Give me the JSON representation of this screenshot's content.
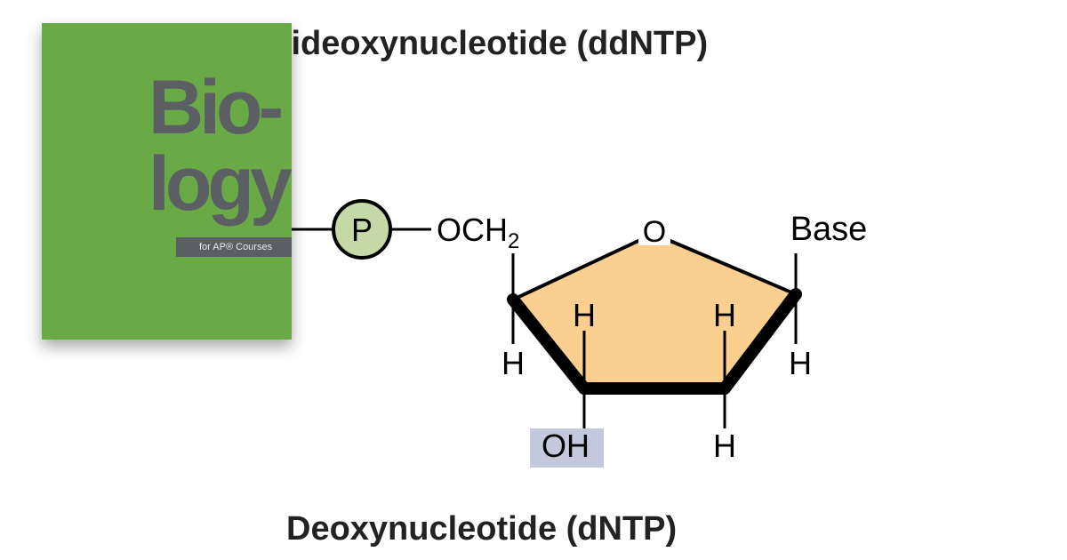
{
  "diagram": {
    "title_top": "Dideoxynucleotide (ddNTP)",
    "title_bottom": "Deoxynucleotide (dNTP)",
    "phosphate_label": "P",
    "och2_label": "OCH",
    "och2_subscript": "2",
    "ring_oxygen": "O",
    "base_label": "Base",
    "hydrogen": "H",
    "hydroxyl": "OH",
    "colors": {
      "ring_fill": "#fbcf8f",
      "phosphate_fill": "#c5d8a7",
      "oh_highlight": "#c3c8dd"
    }
  },
  "book_cover": {
    "title_line1": "Bio-",
    "title_line2": "logy",
    "subtitle": "for AP® Courses",
    "colors": {
      "background": "#6aaa46",
      "text": "#5b5e63"
    }
  }
}
